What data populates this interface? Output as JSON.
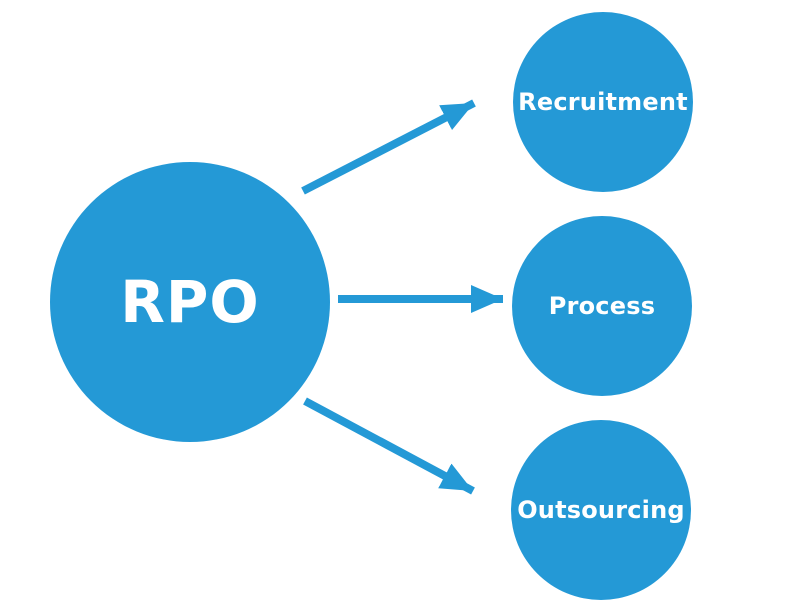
{
  "diagram": {
    "type": "hub-and-spoke",
    "center": {
      "label": "RPO"
    },
    "branches": [
      {
        "label": "Recruitment"
      },
      {
        "label": "Process"
      },
      {
        "label": "Outsourcing"
      }
    ],
    "colors": {
      "node_fill": "#2499d6",
      "arrow": "#2499d6",
      "label_text": "#ffffff",
      "background": "#ffffff"
    }
  }
}
